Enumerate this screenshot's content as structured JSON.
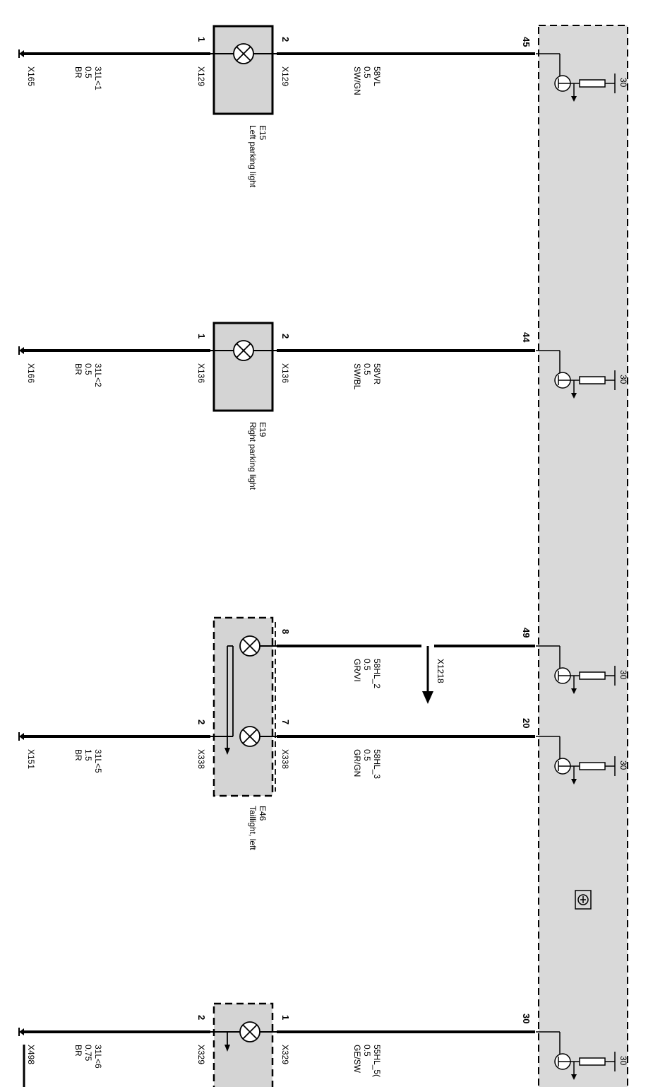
{
  "module": {
    "pins": [
      "45",
      "44",
      "49",
      "20",
      "30"
    ],
    "supply_label": "30"
  },
  "circuits": [
    {
      "pin": "45",
      "signal": "58VL",
      "size": "0.5",
      "color": "SW/GN",
      "conn_pin": "2",
      "conn": "X129",
      "ground_pin": "1",
      "ground_conn": "X129",
      "ground_signal": "31L<1",
      "ground_size": "0.5",
      "ground_color": "BR",
      "ground_point": "X165",
      "component_id": "E15",
      "component_name": "Left parking light"
    },
    {
      "pin": "44",
      "signal": "58VR",
      "size": "0.5",
      "color": "SW/BL",
      "conn_pin": "2",
      "conn": "X136",
      "ground_pin": "1",
      "ground_conn": "X136",
      "ground_signal": "31L<2",
      "ground_size": "0.5",
      "ground_color": "BR",
      "ground_point": "X166",
      "component_id": "E19",
      "component_name": "Right parking light"
    }
  ],
  "taillight": {
    "component_id": "E46",
    "component_name": "Taillight, left",
    "upper": {
      "pin": "49",
      "signal": "58HL_2",
      "size": "0.5",
      "color": "GR/VI",
      "conn_pin": "8",
      "splice": "X1218"
    },
    "lower": {
      "pin": "20",
      "signal": "58HL_3",
      "size": "0.5",
      "color": "GR/GN",
      "conn_pin": "7",
      "conn": "X338"
    },
    "ground_pin": "2",
    "ground_conn": "X338",
    "ground_signal": "31L<5",
    "ground_size": "1.5",
    "ground_color": "BR",
    "ground_point": "X151"
  },
  "bottom": {
    "pin": "30",
    "signal": "55HL_5(",
    "size": "0.5",
    "color": "GE/SW",
    "conn_pin": "1",
    "conn": "X329",
    "ground_pin": "2",
    "ground_conn": "X329",
    "ground_signal": "31L<6",
    "ground_size": "0.75",
    "ground_color": "BR",
    "ground_point": "X498"
  },
  "colors": {
    "module_fill": "#d9d9d9",
    "box_fill": "#d4d4d4",
    "line": "#000000"
  }
}
